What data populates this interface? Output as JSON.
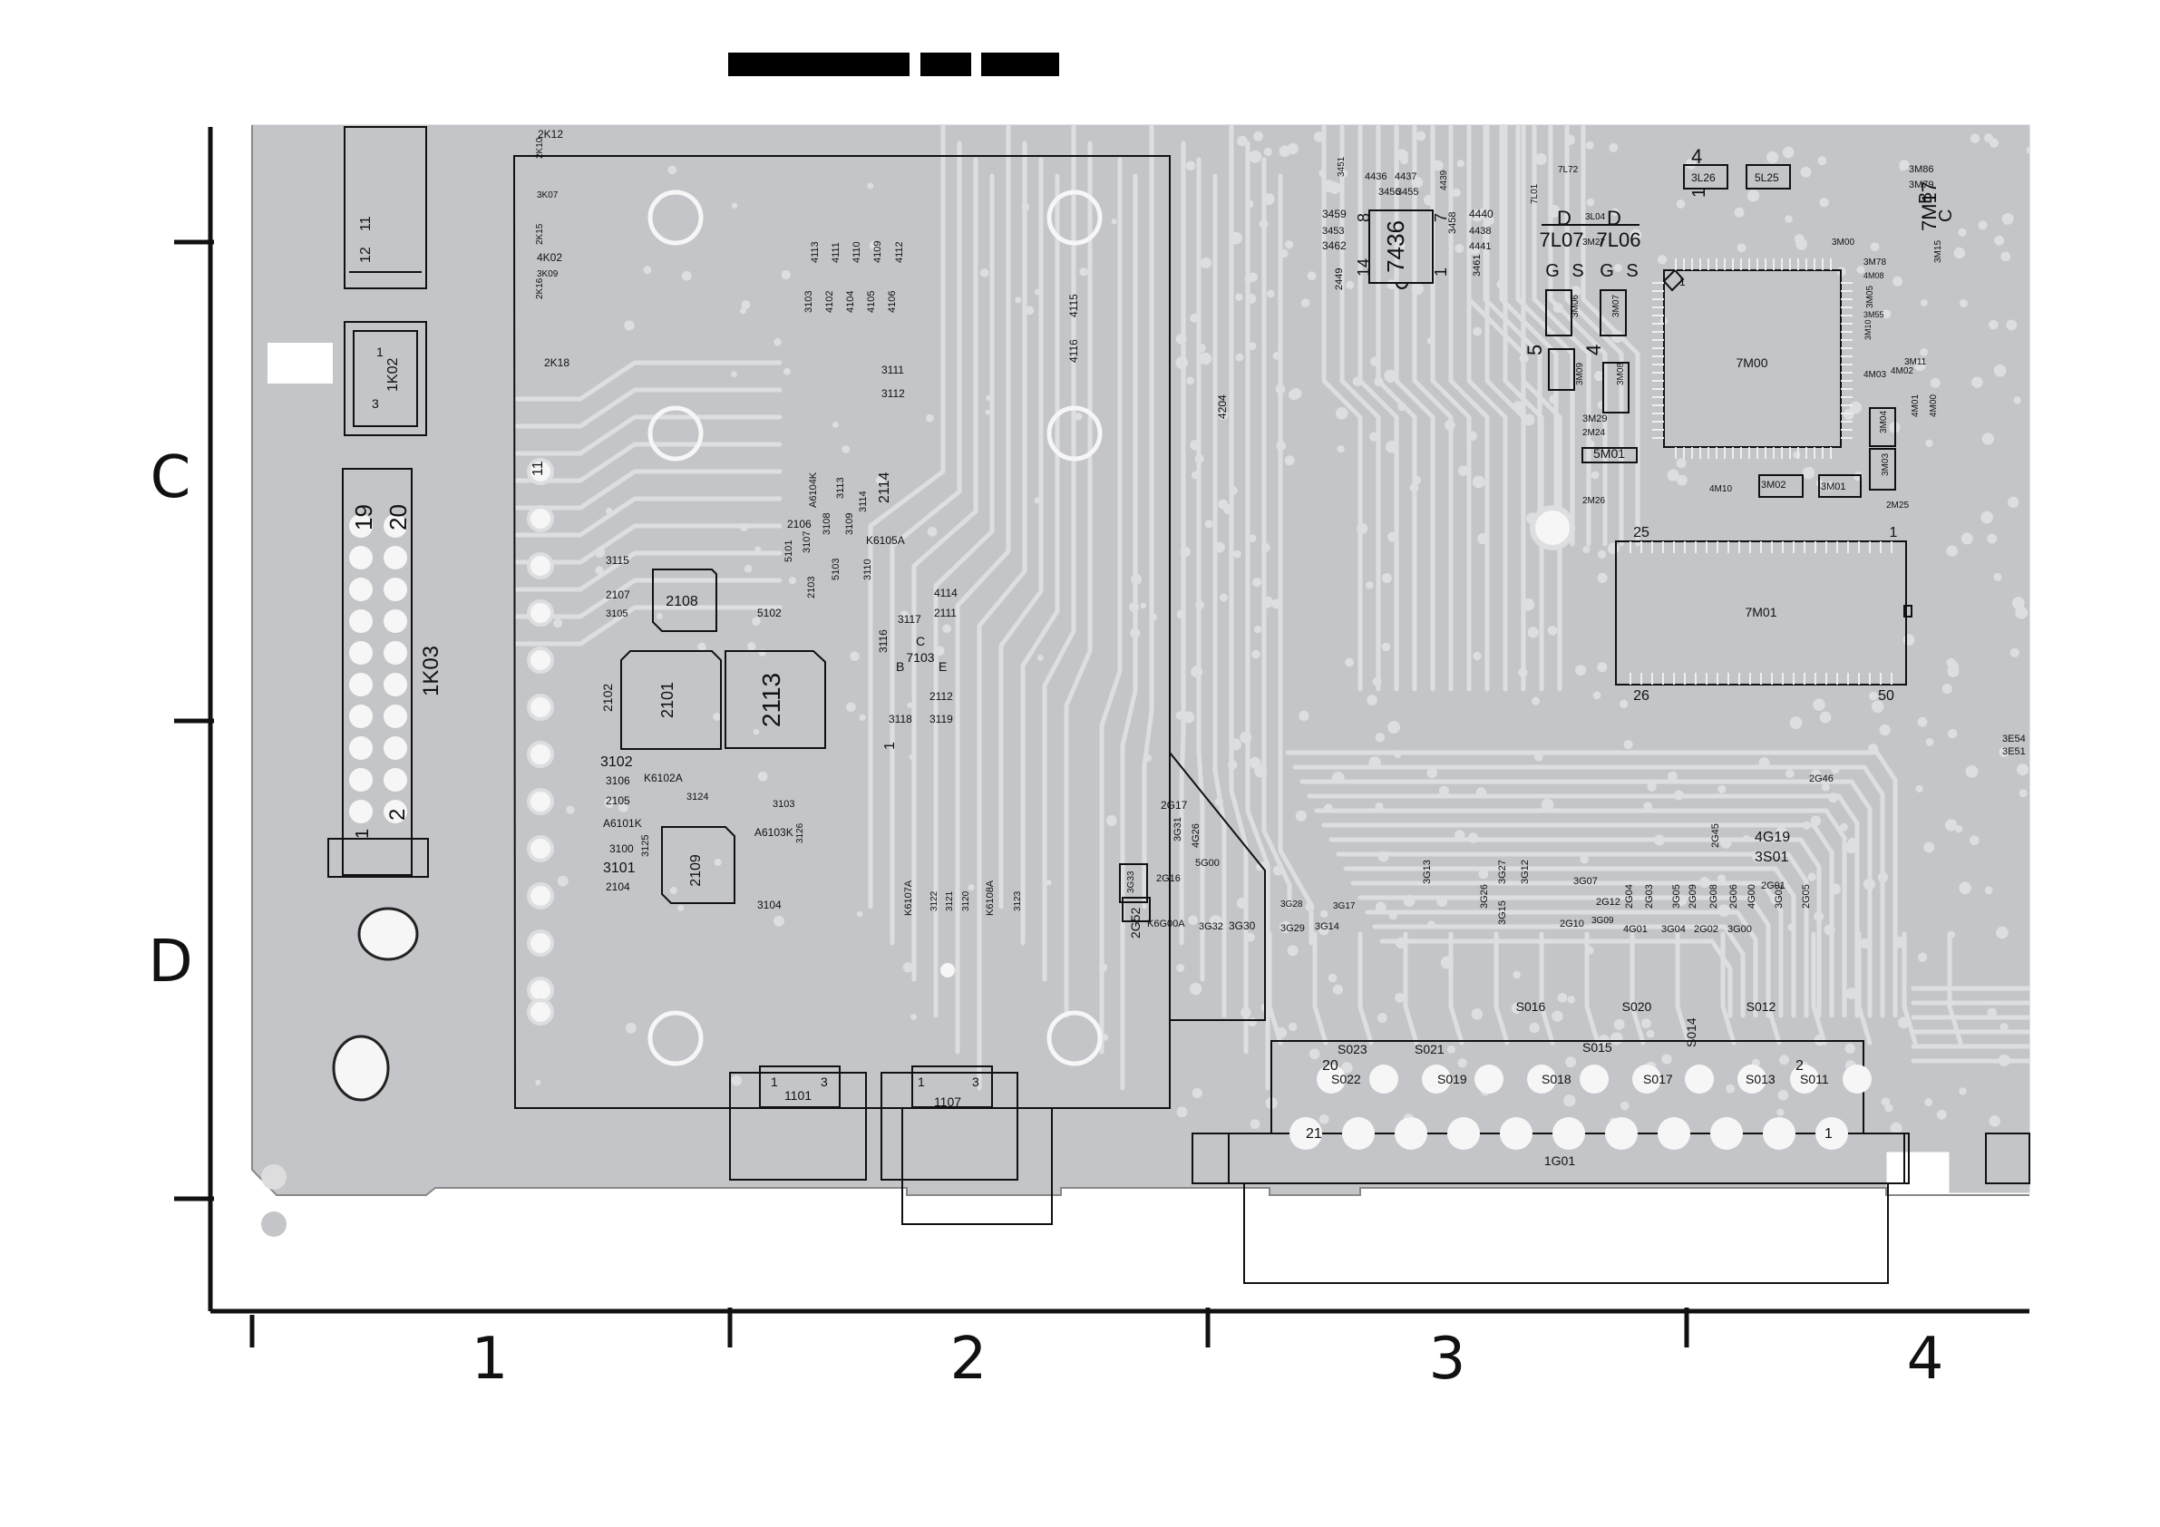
{
  "colors": {
    "board": "#c3c5c8",
    "trace": "#dcdee0",
    "outline": "#111111",
    "pad": "#f6f6f6",
    "background": "#ffffff"
  },
  "grid": {
    "columns": [
      "1",
      "2",
      "3",
      "4"
    ],
    "rows": [
      "C",
      "D"
    ]
  },
  "connectors": {
    "k03": {
      "ref": "1K03",
      "pins": [
        "19",
        "20",
        "1",
        "2"
      ]
    },
    "k02": {
      "ref": "1K02",
      "pins": [
        "1",
        "3"
      ]
    },
    "k01_pins": [
      "12",
      "11"
    ],
    "p1101": {
      "ref": "1101",
      "pins": [
        "1",
        "3"
      ]
    },
    "p1107": {
      "ref": "1107",
      "pins": [
        "1",
        "3"
      ]
    },
    "g01": {
      "ref": "1G01",
      "pins": [
        "21",
        "1",
        "20",
        "2"
      ]
    },
    "pads": [
      "11",
      "1"
    ]
  },
  "ics": {
    "m00": {
      "ref": "7M00",
      "pin": "1"
    },
    "m01": {
      "ref": "7M01",
      "pins": [
        "25",
        "1",
        "26",
        "50"
      ]
    },
    "ic7436": {
      "ref": "7436",
      "pins": [
        "8",
        "7",
        "14",
        "1"
      ]
    },
    "ic7103": {
      "ref": "7103",
      "pins": [
        "C",
        "B",
        "E"
      ]
    },
    "tr7l07": {
      "ref": "7L07",
      "pins": [
        "D",
        "G",
        "S"
      ]
    },
    "tr7l06": {
      "ref": "7L06",
      "pins": [
        "D",
        "G",
        "S"
      ]
    },
    "tr7m17": {
      "ref": "7M17",
      "pins": [
        "B",
        "C"
      ]
    },
    "s5l": [
      "5",
      "1",
      "4"
    ]
  },
  "parts": {
    "p2k12": "2K12",
    "p2k18": "2K18",
    "p4k02": "4K02",
    "p3k09": "3K09",
    "p3k07": "3K07",
    "p2k15": "2K15",
    "p2k10": "2K10",
    "p2k16": "2K16",
    "p4113": "4113",
    "p4111": "4111",
    "p4110": "4110",
    "p4109": "4109",
    "p4112": "4112",
    "p3103": "3103",
    "p4102": "4102",
    "p4104": "4104",
    "p4105": "4105",
    "p4106": "4106",
    "p4116": "4116",
    "p4115": "4115",
    "p3111": "3111",
    "p3112": "3112",
    "p3115": "3115",
    "p2107": "2107",
    "p3105": "3105",
    "p2108": "2108",
    "p2106": "2106",
    "pa6104": "A6104K",
    "p5101": "5101",
    "p3107": "3107",
    "p3108": "3108",
    "p3109": "3109",
    "p3113": "3113",
    "p3114": "3114",
    "p2114": "2114",
    "pk6105": "K6105A",
    "p2103": "2103",
    "p5103": "5103",
    "p3110": "3110",
    "p5102": "5102",
    "p4114": "4114",
    "p2111": "2111",
    "p3117": "3117",
    "p3116": "3116",
    "p2112": "2112",
    "p3119": "3119",
    "p3118": "3118",
    "p2102": "2102",
    "p2101": "2101",
    "p2113": "2113",
    "p3102": "3102",
    "p3106": "3106",
    "pk6102": "K6102A",
    "p3124": "3124",
    "p2105": "2105",
    "pa6101": "A6101K",
    "p3125": "3125",
    "p3100": "3100",
    "p3101": "3101",
    "p2104": "2104",
    "p2109": "2109",
    "p3104": "3104",
    "p3103b": "3103",
    "pa6103": "A6103K",
    "p3126": "3126",
    "pk6107": "K6107A",
    "p3122": "3122",
    "p3121": "3121",
    "p3120": "3120",
    "pk6108": "K6108A",
    "p3123": "3123",
    "p4204": "4204",
    "p2g17": "2G17",
    "p3g31": "3G31",
    "p4g26": "4G26",
    "p5g00": "5G00",
    "p2g16": "2G16",
    "p3g33": "3G33",
    "p2g52": "2G52",
    "pk6g00": "K6G00A",
    "p3g32": "3G32",
    "p3g30": "3G30",
    "p3g28": "3G28",
    "p3g29": "3G29",
    "p3g14": "3G14",
    "p3g17": "3G17",
    "p3g13": "3G13",
    "p3g26": "3G26",
    "p3g27": "3G27",
    "p3g12": "3G12",
    "p3g15": "3G15",
    "p3g07": "3G07",
    "p2g12": "2G12",
    "p2g10": "2G10",
    "p3g09": "3G09",
    "p4g01": "4G01",
    "p2g04": "2G04",
    "p2g03": "2G03",
    "p3g05": "3G05",
    "p2g09": "2G09",
    "p2g08": "2G08",
    "p2g06": "2G06",
    "p4g00": "4G00",
    "p3g02": "3G02",
    "p2g05": "2G05",
    "p3g04": "3G04",
    "p2g02": "2G02",
    "p3g00": "3G00",
    "p2g01": "2G01",
    "p3s01": "3S01",
    "p4g19": "4G19",
    "p2g45": "2G45",
    "p2g46": "2G46",
    "p3e54": "3E54",
    "p3e51": "3E51",
    "p3459": "3459",
    "p3453": "3453",
    "p3462": "3462",
    "p2449": "2449",
    "p4436": "4436",
    "p4437": "4437",
    "p3455": "3455",
    "p3456": "3456",
    "p3451": "3451",
    "p4440": "4440",
    "p4438": "4438",
    "p4441": "4441",
    "p3458": "3458",
    "p3461": "3461",
    "p4439": "4439",
    "p3m06": "3M06",
    "p3m07": "3M07",
    "p3m09": "3M09",
    "p3m08": "3M08",
    "p3m29": "3M29",
    "p2m24": "2M24",
    "p5m01": "5M01",
    "p2m26": "2M26",
    "p4m10": "4M10",
    "p3m02": "3M02",
    "p3m01": "3M01",
    "p2m25": "2M25",
    "p3m27": "3M27",
    "p3l26": "3L26",
    "p5l25": "5L25",
    "p3m00": "3M00",
    "p3m86": "3M86",
    "p3m79": "3M79",
    "p3m78": "3M78",
    "p4m08": "4M08",
    "p3m05": "3M05",
    "p3m55": "3M55",
    "p3m10": "3M10",
    "p4m03": "4M03",
    "p4m02": "4M02",
    "p3m11": "3M11",
    "p3m04": "3M04",
    "p3m03": "3M03",
    "p4m01": "4M01",
    "p4m00": "4M00",
    "p7l01": "7L01",
    "p3l04": "3L04",
    "p3m15": "3M15",
    "p7l72": "7L72",
    "s016": "S016",
    "s020": "S020",
    "s012": "S012",
    "s014": "S014",
    "s023": "S023",
    "s021": "S021",
    "s015": "S015",
    "s022": "S022",
    "s019": "S019",
    "s018": "S018",
    "s017": "S017",
    "s013": "S013",
    "s011": "S011"
  }
}
